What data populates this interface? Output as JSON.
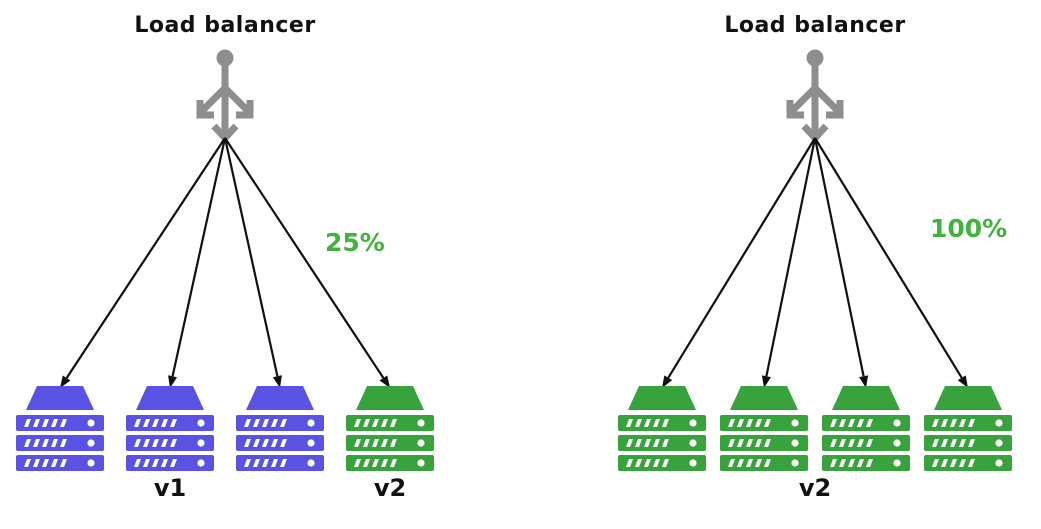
{
  "diagram": {
    "type": "canary-deployment-load-balancing",
    "colors": {
      "v1": "#5952e3",
      "v2": "#38a33c",
      "traffic_label": "#3eb43d",
      "load_balancer": "#8e8e8e",
      "arrow": "#111111",
      "text": "#111111",
      "background": "#ffffff"
    },
    "panels": [
      {
        "id": "canary",
        "load_balancer_label": "Load balancer",
        "traffic_label": "25%",
        "servers": [
          {
            "version": "v1"
          },
          {
            "version": "v1"
          },
          {
            "version": "v1"
          },
          {
            "version": "v2"
          }
        ],
        "groups": [
          {
            "label": "v1",
            "server_indexes": [
              0,
              1,
              2
            ]
          },
          {
            "label": "v2",
            "server_indexes": [
              3
            ]
          }
        ]
      },
      {
        "id": "full-rollout",
        "load_balancer_label": "Load balancer",
        "traffic_label": "100%",
        "servers": [
          {
            "version": "v2"
          },
          {
            "version": "v2"
          },
          {
            "version": "v2"
          },
          {
            "version": "v2"
          }
        ],
        "groups": [
          {
            "label": "v2",
            "server_indexes": [
              0,
              1,
              2,
              3
            ]
          }
        ]
      }
    ]
  }
}
